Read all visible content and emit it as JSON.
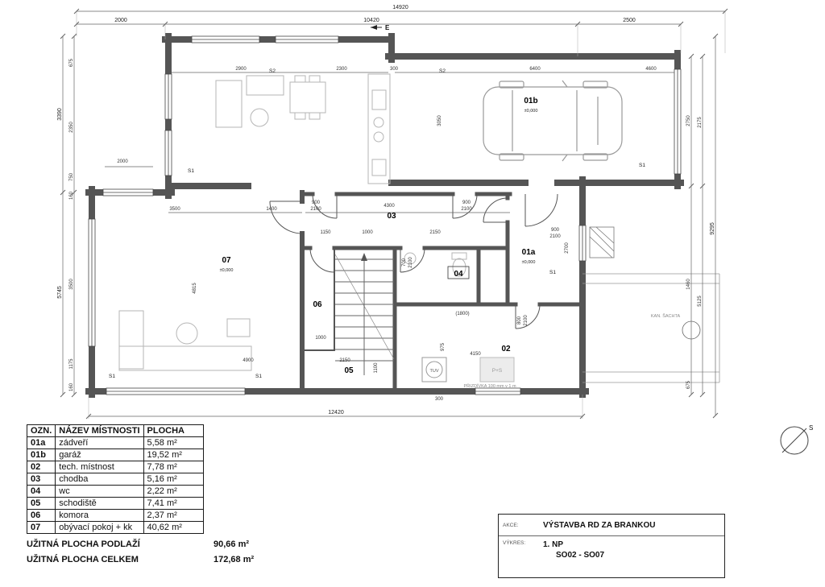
{
  "plan": {
    "rooms": {
      "r01a": {
        "num": "01a",
        "elev": "±0,000"
      },
      "r01b": {
        "num": "01b",
        "elev": "±0,000"
      },
      "r02": {
        "num": "02"
      },
      "r03": {
        "num": "03"
      },
      "r04": {
        "num": "04"
      },
      "r05": {
        "num": "05"
      },
      "r06": {
        "num": "06"
      },
      "r07": {
        "num": "07",
        "elev": "±0,000"
      }
    },
    "labels": {
      "entry": "E",
      "s1": "S1",
      "s2": "S2",
      "tuv": "TUV",
      "ps": "P+S",
      "prizdivka": "PŘIZDÍVKA 100 mm v 1 m",
      "kan_sachta": "KAN. ŠACHTA",
      "north": "S"
    },
    "dims": {
      "d14920": "14920",
      "d10420": "10420",
      "d2500": "2500",
      "d2000": "2000",
      "d12420": "12420",
      "d3390": "3390",
      "d5745": "5745",
      "d675": "675",
      "d2350": "2350",
      "d750": "750",
      "d160": "160",
      "d3500": "3500",
      "d1175": "1175",
      "d2750": "2750",
      "d2175": "2175",
      "d9295": "9295",
      "d5125": "5125",
      "d1460": "1460",
      "d2900": "2900",
      "d2300": "2300",
      "d6400": "6400",
      "d4600": "4600",
      "d1400": "1400",
      "d4300": "4300",
      "d900": "900",
      "d2100": "2100",
      "d1150": "1150",
      "d1000": "1000",
      "d2150": "2150",
      "d700": "700",
      "d800": "800",
      "d2700": "2700",
      "d3050": "3050",
      "d4815": "4815",
      "d975": "975",
      "d1100": "1100",
      "d4900": "4900",
      "d4150": "4150",
      "d1800": "(1800)",
      "d300": "300"
    }
  },
  "legend": {
    "headers": [
      "OZN.",
      "NÁZEV MÍSTNOSTI",
      "PLOCHA"
    ],
    "rows": [
      [
        "01a",
        "zádveří",
        "5,58 m²"
      ],
      [
        "01b",
        "garáž",
        "19,52 m²"
      ],
      [
        "02",
        "tech. místnost",
        "7,78 m²"
      ],
      [
        "03",
        "chodba",
        "5,16 m²"
      ],
      [
        "04",
        "wc",
        "2,22 m²"
      ],
      [
        "05",
        "schodiště",
        "7,41 m²"
      ],
      [
        "06",
        "komora",
        "2,37 m²"
      ],
      [
        "07",
        "obývací pokoj + kk",
        "40,62 m²"
      ]
    ],
    "summary": [
      {
        "label": "UŽITNÁ PLOCHA PODLAŽÍ",
        "value": "90,66 m²"
      },
      {
        "label": "UŽITNÁ PLOCHA CELKEM",
        "value": "172,68 m²"
      }
    ]
  },
  "titleblock": {
    "akce_label": "AKCE:",
    "akce_value": "VÝSTAVBA RD ZA BRANKOU",
    "vykres_label": "VÝKRES:",
    "vykres_value": "1. NP",
    "vykres_value2": "SO02 - SO07"
  }
}
